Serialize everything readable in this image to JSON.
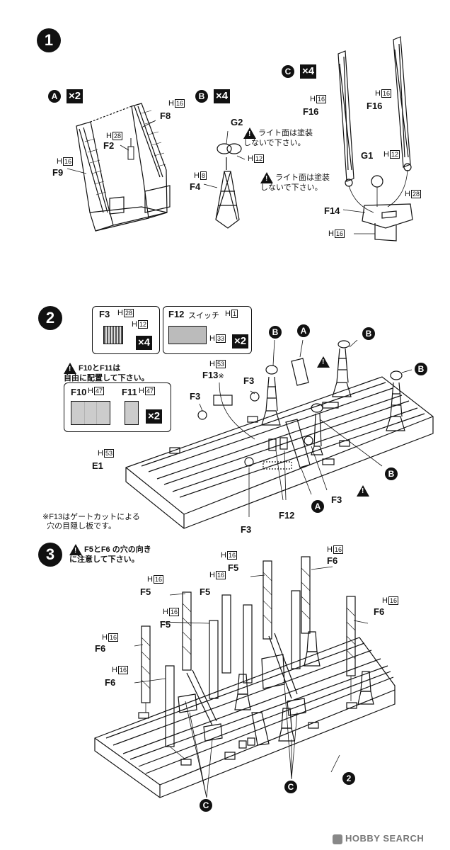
{
  "steps": {
    "s1": {
      "number": "1"
    },
    "s2": {
      "number": "2"
    },
    "s3": {
      "number": "3"
    }
  },
  "step1": {
    "A": {
      "letter": "A",
      "qty": "×2"
    },
    "B": {
      "letter": "B",
      "qty": "×4"
    },
    "C": {
      "letter": "C",
      "qty": "×4"
    },
    "labels": {
      "F8": "F8",
      "F2": "F2",
      "F9": "F9",
      "G2": "G2",
      "F4": "F4",
      "F16a": "F16",
      "F16b": "F16",
      "G1": "G1",
      "F14": "F14",
      "H16": "H",
      "H16n": "16",
      "H28n": "28",
      "H12n": "12",
      "H8n": "8"
    },
    "warn_text": "ライト面は塗装\nしないで下さい。"
  },
  "step2": {
    "inset1": {
      "part": "F3",
      "h1": "28",
      "h2": "12",
      "qty": "×4"
    },
    "inset2": {
      "part": "F12",
      "switch": "スイッチ",
      "h1": "1",
      "h2": "33",
      "qty": "×2"
    },
    "warn_text": "F10とF11は\n自由に配置して下さい。",
    "inset3": {
      "p1": "F10",
      "h1": "47",
      "p2": "F11",
      "h2": "47",
      "qty": "×2"
    },
    "labels": {
      "F13": "F13",
      "F13mark": "※",
      "H53": "53",
      "E1": "E1",
      "F3a": "F3",
      "F3b": "F3",
      "F3c": "F3",
      "F3d": "F3",
      "F12": "F12"
    },
    "footnote": "※F13はゲートカットによる\n  穴の目隠し板です。",
    "circles": [
      "B",
      "A",
      "B",
      "B",
      "B",
      "A"
    ]
  },
  "step3": {
    "warn_text": "F5とF6 の穴の向き\nに注意して下さい。",
    "labels": {
      "F5": "F5",
      "F6": "F6",
      "H": "H",
      "n16": "16",
      "ref2": "2",
      "C": "C"
    }
  },
  "watermark": "HOBBY SEARCH"
}
